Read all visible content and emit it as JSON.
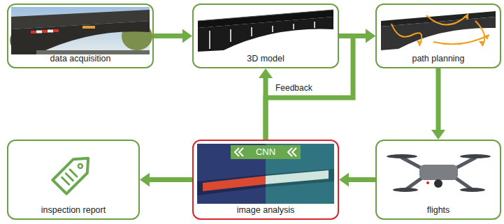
{
  "diagram": {
    "nodes": [
      {
        "text": [
          "data acquisition"
        ]
      },
      {
        "text": [
          "3D model"
        ]
      },
      {
        "text": [
          "path planning"
        ]
      },
      {
        "text": [
          "flights"
        ]
      },
      {
        "text": [
          "CNN",
          "image analysis"
        ]
      },
      {
        "text": [
          "inspection report"
        ]
      }
    ],
    "edges": [
      {
        "from": 0,
        "to": 1,
        "arrow": "to"
      },
      {
        "from": 1,
        "to": 2,
        "arrow": "to"
      },
      {
        "from": 2,
        "to": 3,
        "arrow": "to"
      },
      {
        "from": 3,
        "to": 4,
        "arrow": "to"
      },
      {
        "from": 4,
        "to": 5,
        "arrow": "to"
      },
      {
        "from": 4,
        "to": 1,
        "arrow": "to"
      },
      {
        "from": 4,
        "to": 2,
        "arrow": "to",
        "label": "Feedback"
      }
    ]
  }
}
